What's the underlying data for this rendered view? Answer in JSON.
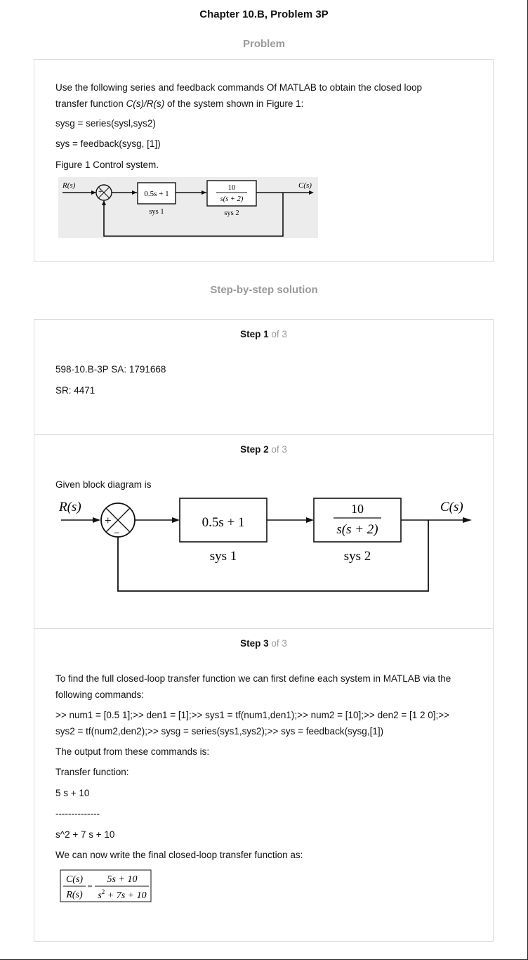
{
  "page_title": "Chapter 10.B, Problem 3P",
  "problem": {
    "heading": "Problem",
    "line1": "Use the following series and feedback commands Of MATLAB to obtain the closed loop",
    "line2_pre": "transfer function ",
    "line2_em": "C(s)/R(s)",
    "line2_post": " of the system shown in Figure 1:",
    "cmd1": "sysg = series(sysl,sys2)",
    "cmd2": "sys = feedback(sysg, [1])",
    "figure_caption": "Figure 1 Control system."
  },
  "diagram": {
    "input": "R(s)",
    "output": "C(s)",
    "plus": "+",
    "minus": "−",
    "block1": "0.5s + 1",
    "block1_label": "sys 1",
    "block2_num": "10",
    "block2_den": "s(s + 2)",
    "block2_label": "sys 2"
  },
  "solution_heading": "Step-by-step solution",
  "steps": [
    {
      "label": "Step 1",
      "of": " of 3",
      "lines": [
        "598-10.B-3P SA: 1791668",
        "SR: 4471"
      ]
    },
    {
      "label": "Step 2",
      "of": " of 3",
      "intro": "Given block diagram is"
    },
    {
      "label": "Step 3",
      "of": " of 3",
      "l1": "To find the full closed-loop transfer function we can first define each system in MATLAB via the",
      "l2": "following commands:",
      "c1": ">> num1 = [0.5 1];>> den1 = [1];>> sys1 = tf(num1,den1);>> num2 = [10];>> den2 = [1 2 0];>>",
      "c2": "sys2 = tf(num2,den2);>> sysg = series(sys1,sys2);>> sys = feedback(sysg,[1])",
      "l3": "The output from these commands is:",
      "l4": "Transfer function:",
      "l5": "5 s + 10",
      "l6": "--------------",
      "l7": "s^2 + 7 s + 10",
      "l8": "We can now write the final closed-loop transfer function as:",
      "eq_lhs_num": "C(s)",
      "eq_lhs_den": "R(s)",
      "eq_eq": "=",
      "eq_rhs_num": "5s + 10",
      "eq_rhs_den_pre": "s",
      "eq_rhs_den_sup": "2",
      "eq_rhs_den_post": " + 7s + 10"
    }
  ]
}
